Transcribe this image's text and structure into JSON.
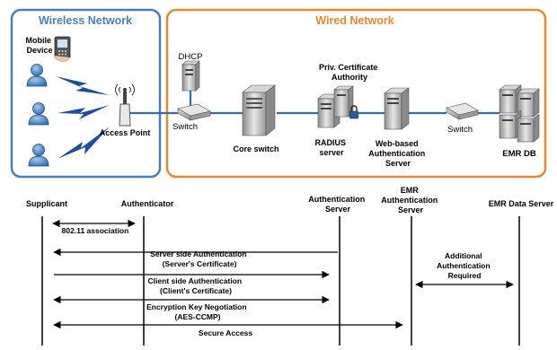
{
  "network": {
    "wireless_title": "Wireless Network",
    "wired_title": "Wired Network",
    "mobile_device_label": [
      "Mobile",
      "Device"
    ],
    "access_point_label": "Access Point",
    "dhcp_label": "DHCP",
    "switch_label_1": "Switch",
    "switch_label_2": "Switch",
    "core_switch_label": "Core switch",
    "ca_label": [
      "Priv. Certificate",
      "Authority"
    ],
    "radius_label": [
      "RADIUS",
      "server"
    ],
    "web_auth_label": [
      "Web-based",
      "Authentication",
      "Server"
    ],
    "emr_db_label": "EMR DB",
    "colors": {
      "wireless_border": "#4a7ebb",
      "wireless_title": "#4a7ebb",
      "wired_border": "#e8872e",
      "wired_title": "#e8872e",
      "link": "#2d6db5",
      "lightning": "#1f4e99"
    }
  },
  "sequence": {
    "columns": {
      "supplicant": "Supplicant",
      "authenticator": "Authenticator",
      "auth_server": [
        "Authentication",
        "Server"
      ],
      "emr_auth_server": [
        "EMR",
        "Authentication",
        "Server"
      ],
      "emr_data_server": "EMR Data Server"
    },
    "messages": {
      "assoc": "802.11 association",
      "server_auth": [
        "Server side  Authentication",
        "(Server's Certificate)"
      ],
      "client_auth": [
        "Client side  Authentication",
        "(Client's Certificate)"
      ],
      "key_neg": [
        "Encryption Key Negotiation",
        "(AES-CCMP)"
      ],
      "secure_access": "Secure Access",
      "additional": [
        "Additional",
        "Authentication",
        "Required"
      ]
    }
  }
}
